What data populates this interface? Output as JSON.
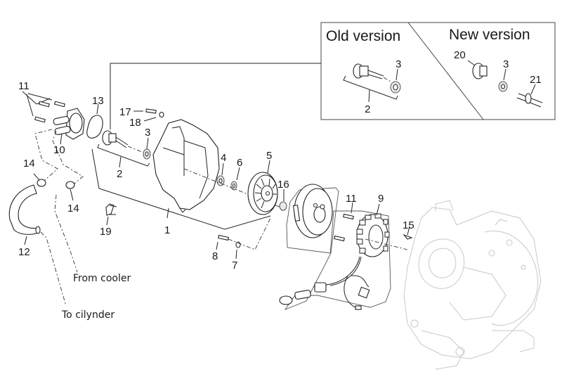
{
  "diagram": {
    "type": "exploded-parts-diagram",
    "inset": {
      "old_version_title": "Old version",
      "new_version_title": "New version",
      "old_labels": {
        "shaft_assembly": "2",
        "seal": "3"
      },
      "new_labels": {
        "impeller": "20",
        "seal": "3",
        "shaft": "21"
      }
    },
    "callouts": {
      "c1": "1",
      "c2": "2",
      "c3": "3",
      "c4": "4",
      "c5": "5",
      "c6": "6",
      "c7": "7",
      "c8": "8",
      "c9": "9",
      "c10": "10",
      "c11a": "11",
      "c11b": "11",
      "c12": "12",
      "c13": "13",
      "c14a": "14",
      "c14b": "14",
      "c15": "15",
      "c16": "16",
      "c17": "17",
      "c18": "18",
      "c19": "19"
    },
    "notes": {
      "from_cooler": "From cooler",
      "to_cylinder": "To cilynder"
    }
  }
}
